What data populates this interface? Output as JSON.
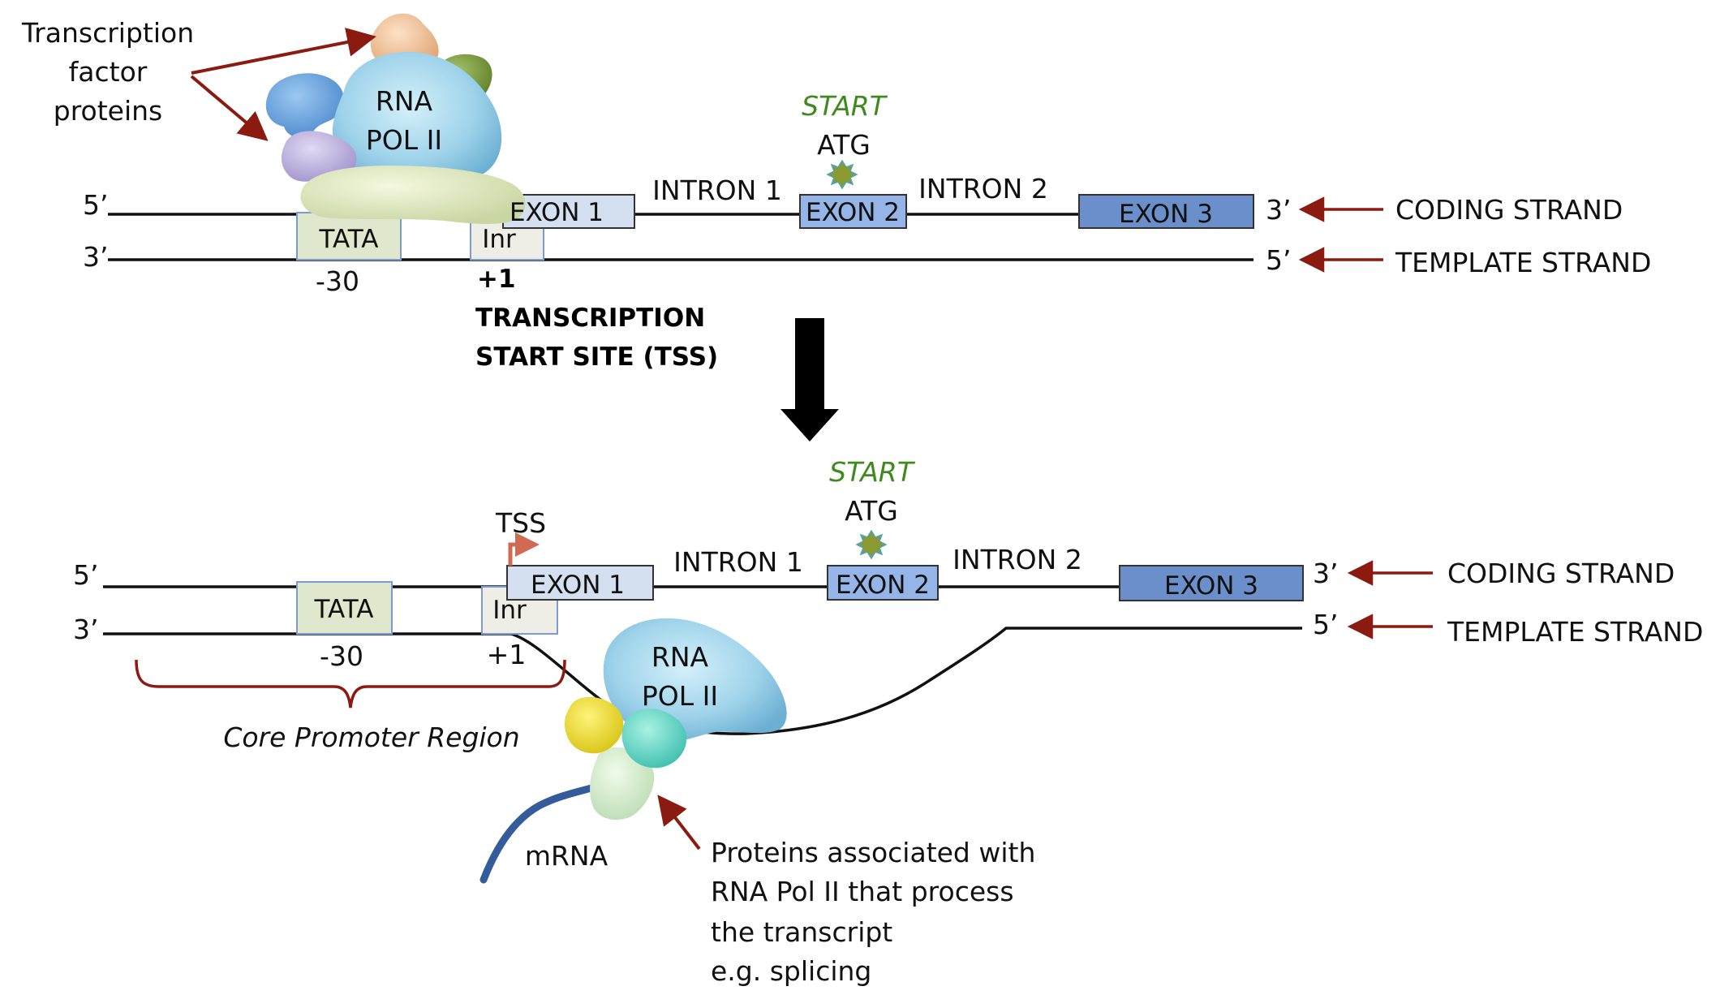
{
  "colors": {
    "arrow_red": "#8b1a10",
    "start_green": "#3f8a1e",
    "exon_light": "#d4e0f0",
    "exon_mid": "#95b5e8",
    "exon_dark": "#6a8fca",
    "box_border": "#7b9bd4",
    "tata_fill": "#dfe8cc",
    "inr_fill": "#eeeee6",
    "mrna": "#345c9a",
    "tss_arrow": "#d06a52"
  },
  "top": {
    "tf_label_lines": [
      "Transcription",
      "factor",
      "proteins"
    ],
    "pol_label_lines": [
      "RNA",
      "POL II"
    ],
    "five_prime_left": "5’",
    "three_prime_left": "3’",
    "three_prime_right": "3’",
    "five_prime_right": "5’",
    "tata": "TATA",
    "inr": "Inr",
    "minus30": "-30",
    "plus1": "+1",
    "tss_lines": [
      "TRANSCRIPTION",
      "START SITE (TSS)"
    ],
    "exon1": "EXON 1",
    "exon2": "EXON 2",
    "exon3": "EXON 3",
    "intron1": "INTRON 1",
    "intron2": "INTRON 2",
    "start": "START",
    "atg": "ATG",
    "coding_strand": "CODING STRAND",
    "template_strand": "TEMPLATE STRAND"
  },
  "bottom": {
    "tss": "TSS",
    "five_prime_left": "5’",
    "three_prime_left": "3’",
    "three_prime_right": "3’",
    "five_prime_right": "5’",
    "tata": "TATA",
    "inr": "Inr",
    "minus30": "-30",
    "plus1": "+1",
    "exon1": "EXON 1",
    "exon2": "EXON 2",
    "exon3": "EXON 3",
    "intron1": "INTRON 1",
    "intron2": "INTRON 2",
    "start": "START",
    "atg": "ATG",
    "coding_strand": "CODING STRAND",
    "template_strand": "TEMPLATE STRAND",
    "core_promoter": "Core Promoter Region",
    "pol_label_lines": [
      "RNA",
      "POL II"
    ],
    "mrna": "mRNA",
    "proteins_lines": [
      "Proteins associated with",
      "RNA Pol II that process",
      "the transcript",
      "e.g. splicing"
    ]
  }
}
